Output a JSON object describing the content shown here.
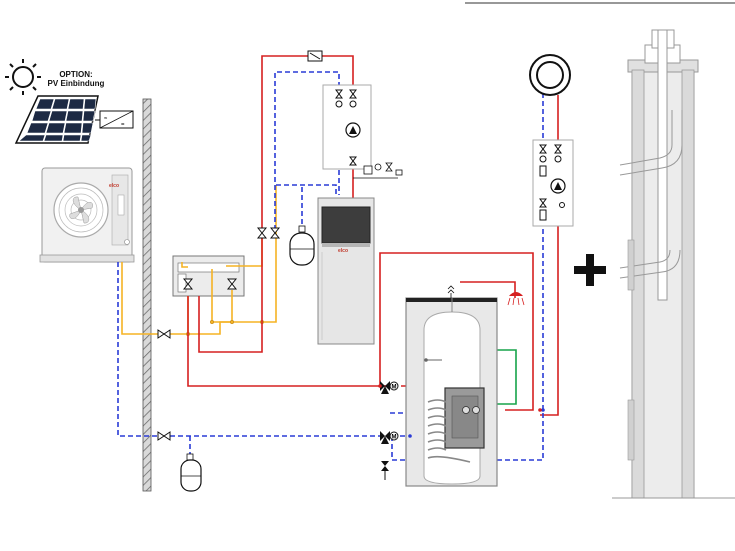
{
  "labels": {
    "pv_option_title": "OPTION:",
    "pv_option_subtitle": "PV Einbindung",
    "boiler_brand": "elco",
    "heatpump_brand": "elco",
    "motor_symbol": "M",
    "plus_symbol": "+"
  },
  "colors": {
    "supply": "#d62020",
    "return": "#2a3bd6",
    "heatpump_line": "#f5b324",
    "solar_green": "#17a34a",
    "wall": "#888888"
  }
}
